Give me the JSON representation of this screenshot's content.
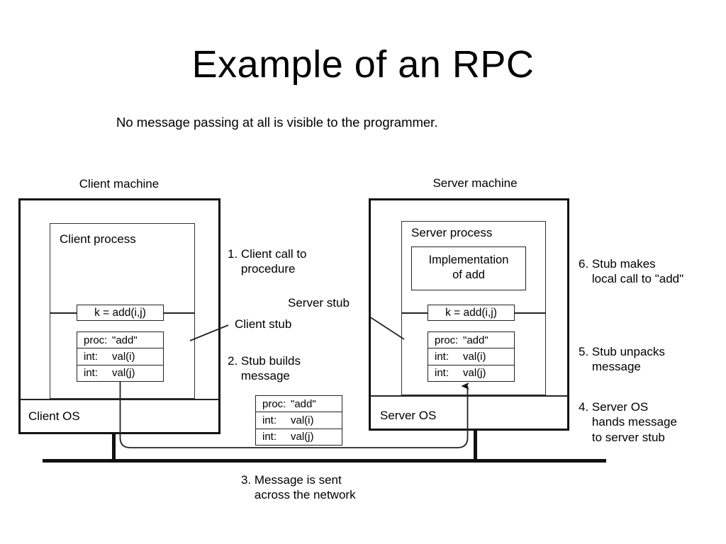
{
  "slide": {
    "title": "Example of an RPC",
    "subtitle": "No message passing at all is visible to the programmer."
  },
  "client": {
    "machine_label": "Client machine",
    "process_label": "Client process",
    "os_label": "Client OS",
    "call_box": "k = add(i,j)",
    "stub_rows": [
      {
        "key": "proc:",
        "value": "\"add\""
      },
      {
        "key": "int:",
        "value": "val(i)"
      },
      {
        "key": "int:",
        "value": "val(j)"
      }
    ]
  },
  "server": {
    "machine_label": "Server machine",
    "process_label": "Server process",
    "os_label": "Server OS",
    "implementation_line1": "Implementation",
    "implementation_line2": "of add",
    "call_box": "k = add(i,j)",
    "stub_rows": [
      {
        "key": "proc:",
        "value": "\"add\""
      },
      {
        "key": "int:",
        "value": "val(i)"
      },
      {
        "key": "int:",
        "value": "val(j)"
      }
    ]
  },
  "message": {
    "rows": [
      {
        "key": "proc:",
        "value": "\"add\""
      },
      {
        "key": "int:",
        "value": "val(i)"
      },
      {
        "key": "int:",
        "value": "val(j)"
      }
    ]
  },
  "labels": {
    "client_stub": "Client stub",
    "server_stub": "Server stub"
  },
  "steps": {
    "step1": "1. Client call to\n    procedure",
    "step2": "2. Stub builds\n    message",
    "step3": "3. Message is sent\n    across the network",
    "step4": "4. Server OS\n    hands message\n    to server stub",
    "step5": "5. Stub unpacks\n    message",
    "step6": "6. Stub makes\n    local call to \"add\""
  },
  "colors": {
    "ink": "#000000",
    "background": "#ffffff",
    "line": "#222222"
  }
}
